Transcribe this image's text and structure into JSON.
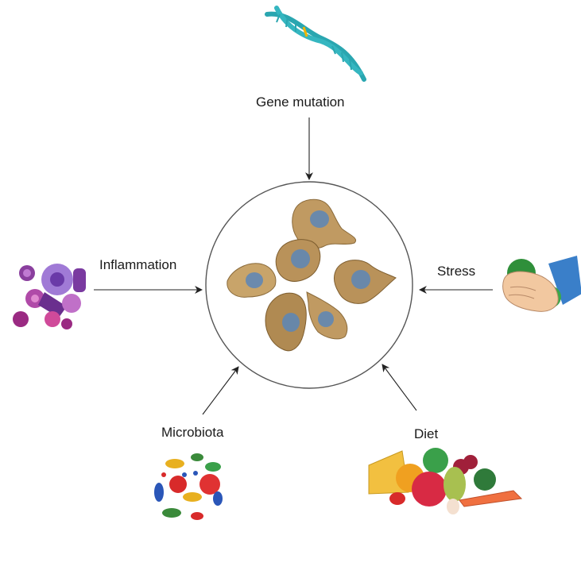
{
  "factors": {
    "gene_mutation": {
      "label": "Gene mutation",
      "icon": "dna-helix-icon"
    },
    "inflammation": {
      "label": "Inflammation",
      "icon": "immune-cells-icon"
    },
    "stress": {
      "label": "Stress",
      "icon": "hand-squeezing-stress-ball-icon"
    },
    "microbiota": {
      "label": "Microbiota",
      "icon": "bacteria-cluster-icon"
    },
    "diet": {
      "label": "Diet",
      "icon": "food-pile-icon"
    }
  },
  "center": {
    "icon": "cancer-cells-icon"
  },
  "colors": {
    "arrow": "#222222",
    "circle": "#555555",
    "dna": "#2aa6b0",
    "cell_body": "#b8925a",
    "cell_nucleus": "#5a86b8",
    "immune_cell": "#8a3f9e",
    "stress_ball": "#2f8f3a",
    "sleeve": "#3a7fc9"
  }
}
